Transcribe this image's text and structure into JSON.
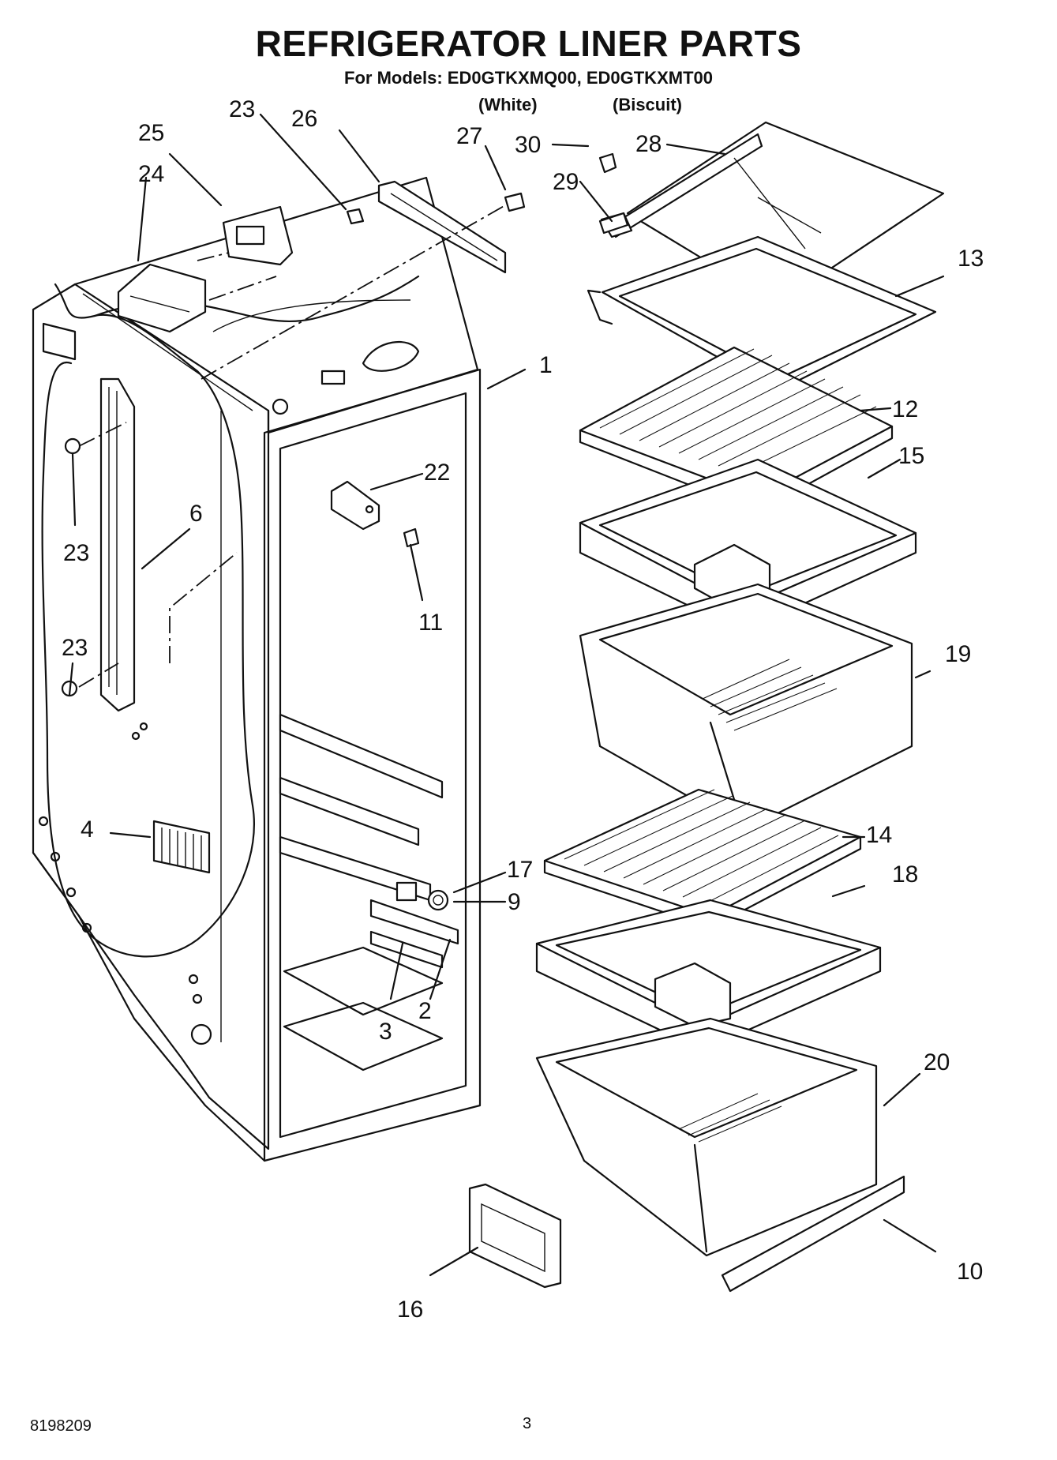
{
  "header": {
    "title": "REFRIGERATOR LINER PARTS",
    "models": "For Models: ED0GTKXMQ00, ED0GTKXMT00",
    "variants": [
      "(White)",
      "(Biscuit)"
    ]
  },
  "callouts": [
    "1",
    "2",
    "3",
    "4",
    "6",
    "9",
    "10",
    "11",
    "12",
    "13",
    "14",
    "15",
    "16",
    "17",
    "18",
    "19",
    "20",
    "22",
    "23",
    "23",
    "23",
    "23",
    "24",
    "25",
    "26",
    "27",
    "28",
    "29",
    "30"
  ],
  "footer": {
    "part_number": "8198209",
    "page_number": "3"
  }
}
